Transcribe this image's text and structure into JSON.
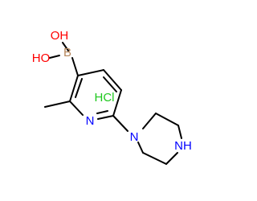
{
  "molecule": {
    "atoms": {
      "oh_upper": "OH",
      "oh_lower": "HO",
      "boron": "B",
      "pyridine_n": "N",
      "piperazine_n": "N",
      "piperazine_nh": "NH"
    },
    "salt": "HCl",
    "colors": {
      "bond": "#000000",
      "oxygen": "#ff0000",
      "boron": "#b5865a",
      "nitrogen": "#0000ff",
      "chlorine": "#1ec81e"
    }
  }
}
